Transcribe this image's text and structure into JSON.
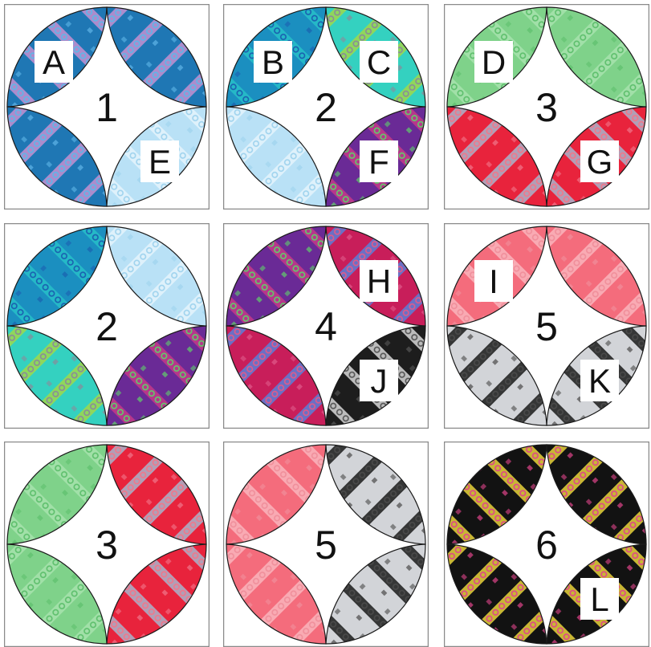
{
  "blocks": [
    {
      "number": "1",
      "petals": {
        "tl": "blue_chain",
        "tr": "blue_chain",
        "bl": "blue_chain",
        "br": "light_blue"
      },
      "labels": {
        "tl": "A",
        "br": "E"
      }
    },
    {
      "number": "2",
      "petals": {
        "tl": "blue_teal",
        "tr": "teal_mix",
        "bl": "light_blue",
        "br": "purple"
      },
      "labels": {
        "tl": "B",
        "tr": "C",
        "br": "F"
      }
    },
    {
      "number": "3",
      "petals": {
        "tl": "green",
        "tr": "green",
        "bl": "red_chain",
        "br": "red_chain"
      },
      "labels": {
        "tl": "D",
        "br": "G"
      }
    },
    {
      "number": "2",
      "petals": {
        "tl": "blue_teal",
        "tr": "light_blue",
        "bl": "teal_mix",
        "br": "purple"
      },
      "labels": {}
    },
    {
      "number": "4",
      "petals": {
        "tl": "purple",
        "tr": "crimson",
        "bl": "crimson",
        "br": "black_scribble"
      },
      "labels": {
        "tr": "H",
        "br": "J"
      }
    },
    {
      "number": "5",
      "petals": {
        "tl": "pink",
        "tr": "pink",
        "bl": "gray_black",
        "br": "gray_black"
      },
      "labels": {
        "tl": "I",
        "br": "K"
      }
    },
    {
      "number": "3",
      "petals": {
        "tl": "green",
        "tr": "red_chain",
        "bl": "green",
        "br": "red_chain"
      },
      "labels": {}
    },
    {
      "number": "5",
      "petals": {
        "tl": "pink",
        "tr": "gray_black",
        "bl": "pink",
        "br": "gray_black"
      },
      "labels": {}
    },
    {
      "number": "6",
      "petals": {
        "tl": "black_chain",
        "tr": "black_chain",
        "bl": "black_chain",
        "br": "black_chain"
      },
      "labels": {
        "br": "L"
      }
    }
  ],
  "fabrics": {
    "blue_chain": {
      "base": "#1f77b4",
      "stripe": "#c58fd0",
      "accent": "#5fb6e8"
    },
    "light_blue": {
      "base": "#b9e1f6",
      "stripe": "#e4f4fc",
      "accent": "#9fd3ee"
    },
    "blue_teal": {
      "base": "#1b8fc0",
      "stripe": "#27c0c8",
      "accent": "#1a5fb0"
    },
    "teal_mix": {
      "base": "#34d1c0",
      "stripe": "#9fd84a",
      "accent": "#8a8a9a"
    },
    "purple": {
      "base": "#6a2a96",
      "stripe": "#c43a8a",
      "accent": "#5fcf6a"
    },
    "green": {
      "base": "#7fd28a",
      "stripe": "#a7e3ad",
      "accent": "#5dbf6c"
    },
    "red_chain": {
      "base": "#e8233c",
      "stripe": "#a8b4cc",
      "accent": "#f1778a"
    },
    "crimson": {
      "base": "#c81e5a",
      "stripe": "#5b7fd8",
      "accent": "#e05a8a"
    },
    "black_scribble": {
      "base": "#1d1d1d",
      "stripe": "#d8d8d8",
      "accent": "#555555"
    },
    "pink": {
      "base": "#f46c7c",
      "stripe": "#fbb5bd",
      "accent": "#f08f9b"
    },
    "gray_black": {
      "base": "#d2d4d8",
      "stripe": "#1a1a1a",
      "accent": "#4a4a4a"
    },
    "black_chain": {
      "base": "#121212",
      "stripe": "#e8d23a",
      "accent": "#e0458a"
    }
  }
}
